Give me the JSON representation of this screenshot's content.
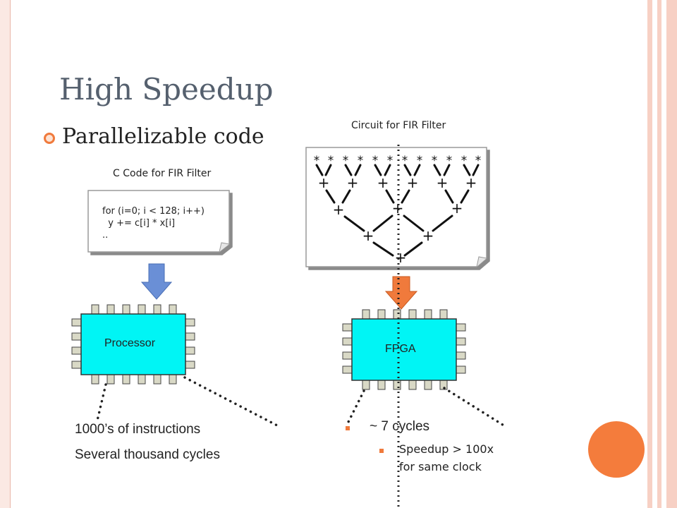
{
  "slide": {
    "title": "High Speedup",
    "bullet": "Parallelizable code",
    "c_code": {
      "caption": "C Code for FIR Filter",
      "lines": [
        "for (i=0; i < 128; i++)",
        "  y += c[i] * x[i]",
        ".."
      ]
    },
    "circuit": {
      "caption": "Circuit for FIR Filter",
      "multiply_symbol": "*",
      "add_symbol": "+"
    },
    "processor": {
      "label": "Processor",
      "notes": [
        "1000’s of instructions",
        "Several thousand cycles"
      ]
    },
    "fpga": {
      "label": "FPGA",
      "cycles": "~ 7 cycles",
      "speedup": "Speedup > 100x",
      "speedup_sub": "for same clock"
    }
  },
  "colors": {
    "chip_fill": "#00f5f5",
    "pin_fill": "#d9d9c6",
    "blue_arrow": "#6a8fd6",
    "orange_arrow": "#f07a3c",
    "accent": "#f47c3c"
  }
}
